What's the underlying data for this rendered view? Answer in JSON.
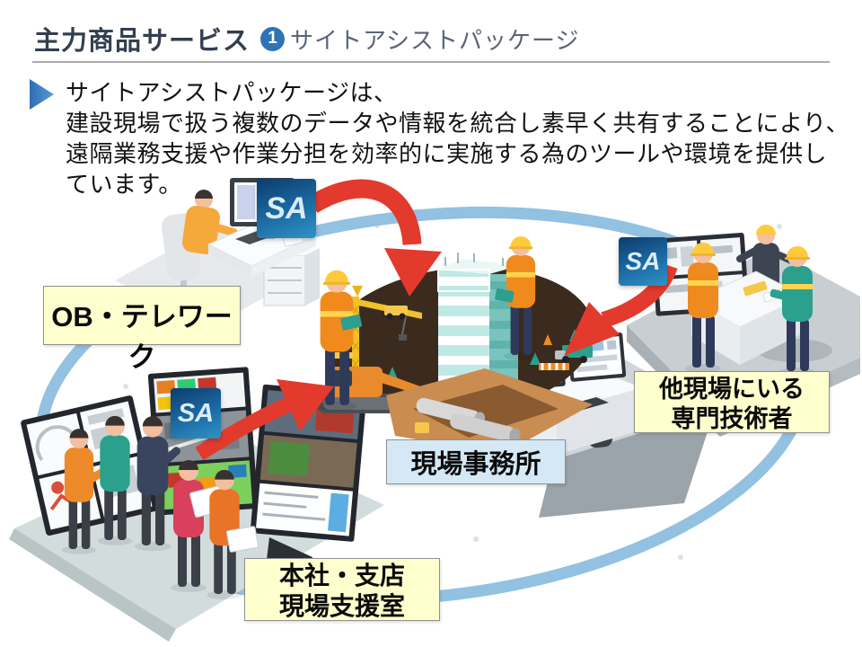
{
  "slide": {
    "title": "主力商品サービス",
    "badge": "1",
    "subtitle": "サイトアシストパッケージ",
    "body_lines": [
      "サイトアシストパッケージは、",
      "建設現場で扱う複数のデータや情報を統合し素早く共有することにより、",
      "遠隔業務支援や作業分担を効率的に実施する為のツールや環境を提供し",
      "ています。"
    ]
  },
  "diagram": {
    "logo": "SA",
    "labels": {
      "ob_telework": "OB・テレワーク",
      "site_office": "現場事務所",
      "other_site": {
        "line1": "他現場にいる",
        "line2": "専門技術者"
      },
      "headquarters": {
        "line1": "本社・支店",
        "line2": "現場支援室"
      }
    },
    "colors": {
      "title_navy": "#333F50",
      "subtitle_gray": "#5A6478",
      "badge_blue": "#2E74B5",
      "rule_gray": "#ACACAC",
      "bullet_blue": "#2E6DB4",
      "ring_blue": "#8CBEDF",
      "arrow_red": "#E23A2C",
      "label_yellow": "#FFFFCE",
      "label_blue": "#D4E9F5",
      "logo_blue_dark": "#0C3C6E",
      "logo_blue_light": "#2F93C4"
    }
  }
}
